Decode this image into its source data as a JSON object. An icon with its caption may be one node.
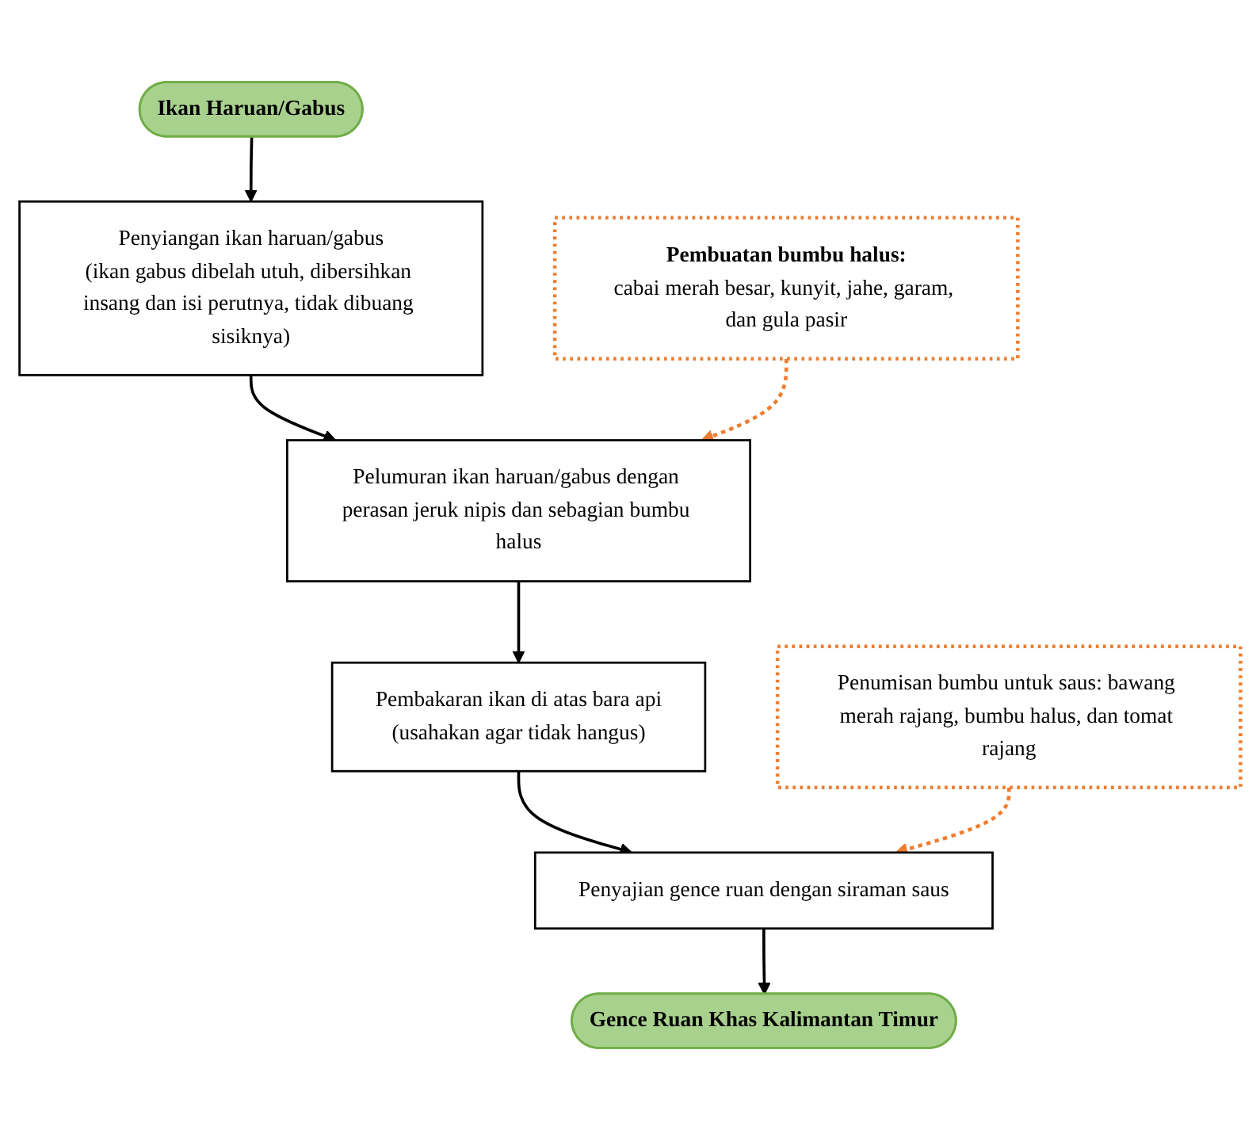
{
  "diagram": {
    "nodes": [
      {
        "text": [
          "Ikan Haruan/Gabus"
        ]
      },
      {
        "text": [
          "Penyiangan ikan haruan/gabus",
          "(ikan gabus dibelah utuh, dibersihkan insang dan isi perutnya, tidak dibuang sisiknya)"
        ]
      },
      {
        "text": [
          "Pelumuran ikan haruan/gabus dengan perasan jeruk nipis dan sebagian bumbu halus"
        ]
      },
      {
        "text": [
          "Pembakaran ikan di atas bara api",
          "(usahakan agar tidak hangus)"
        ]
      },
      {
        "text": [
          "Penyajian gence ruan dengan siraman saus"
        ]
      },
      {
        "text": [
          "Gence Ruan Khas Kalimantan Timur"
        ]
      },
      {
        "text": [
          "Pembuatan bumbu halus:",
          "cabai merah besar, kunyit, jahe, garam, dan gula pasir"
        ]
      },
      {
        "text": [
          "Penumisan bumbu untuk saus: bawang merah rajang, bumbu halus, dan tomat rajang"
        ]
      }
    ],
    "edges": [
      {
        "from": 0,
        "to": 1,
        "arrow": "to"
      },
      {
        "from": 1,
        "to": 2,
        "arrow": "to"
      },
      {
        "from": 2,
        "to": 3,
        "arrow": "to"
      },
      {
        "from": 3,
        "to": 4,
        "arrow": "to"
      },
      {
        "from": 4,
        "to": 5,
        "arrow": "to"
      },
      {
        "from": 6,
        "to": 2,
        "arrow": "to",
        "style": "dashed",
        "color": "#ed7d31"
      },
      {
        "from": 7,
        "to": 4,
        "arrow": "to",
        "style": "dashed",
        "color": "#ed7d31"
      }
    ]
  }
}
